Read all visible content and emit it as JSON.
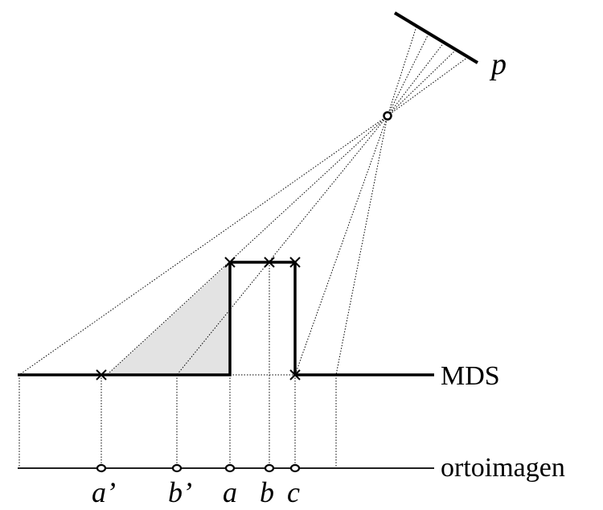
{
  "diagram": {
    "labels": {
      "camera": "p",
      "surface_model": "MDS",
      "orthoimage": "ortoimagen"
    },
    "points": [
      {
        "id": "a_prime",
        "label": "a’"
      },
      {
        "id": "b_prime",
        "label": "b’"
      },
      {
        "id": "a",
        "label": "a"
      },
      {
        "id": "b",
        "label": "b"
      },
      {
        "id": "c",
        "label": "c"
      }
    ],
    "colors": {
      "line": "#000000",
      "occlusion_fill": "#e3e3e3"
    }
  }
}
